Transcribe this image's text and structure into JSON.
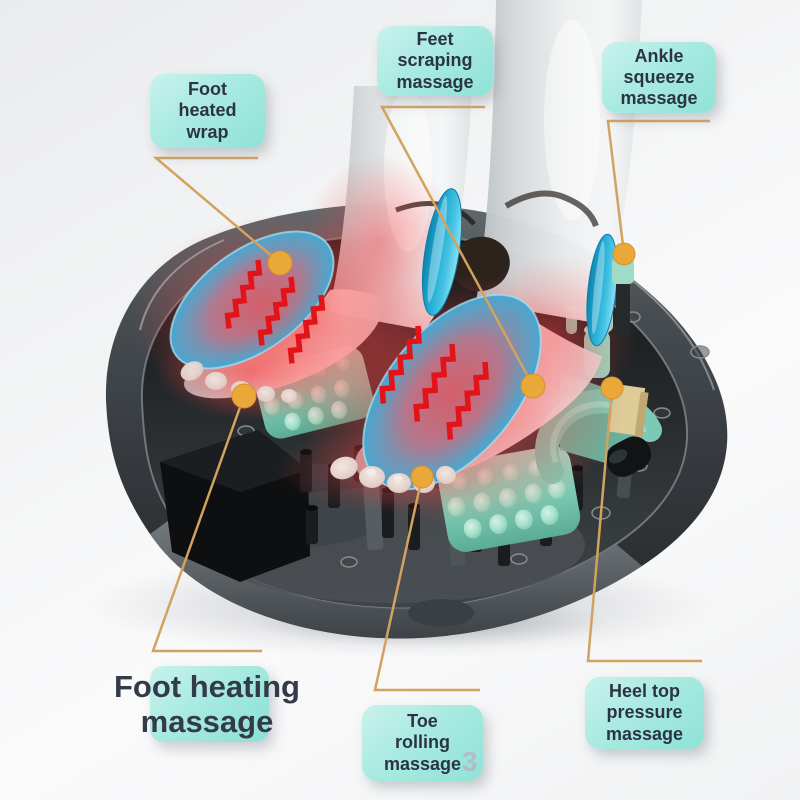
{
  "image_type": "annotated product diagram of a foot massager",
  "callouts": [
    {
      "id": "foot-heated-wrap",
      "lines": [
        "Foot",
        "heated",
        "wrap"
      ]
    },
    {
      "id": "feet-scraping-massage",
      "lines": [
        "Feet",
        "scraping",
        "massage"
      ]
    },
    {
      "id": "ankle-squeeze-massage",
      "lines": [
        "Ankle",
        "squeeze",
        "massage"
      ]
    },
    {
      "id": "heel-top-pressure-massage",
      "lines": [
        "Heel top",
        "pressure",
        "massage"
      ]
    },
    {
      "id": "toe-rolling-massage",
      "lines": [
        "Toe",
        "rolling",
        "massage"
      ]
    },
    {
      "id": "foot-heating-massage",
      "lines": [
        "Foot heating",
        "massage"
      ]
    }
  ],
  "watermark": "3",
  "colors": {
    "label_background_start": "#c9f2ec",
    "label_background_end": "#8fe2d7",
    "label_text": "#2c3443",
    "big_label_text": "#333b49",
    "leader_line": "#d2a35e",
    "callout_dot": "#eaa838",
    "heat_wave_red": "#e3131a",
    "heat_glow_red": "#ff4040",
    "sole_pad_blue": "#2ea3d4",
    "ankle_disc_blue": "#2cb8de",
    "roller_mint": "#7ecdb6",
    "shell_dark_gray": "#33383c",
    "background_gray": "#f2f3f4"
  }
}
